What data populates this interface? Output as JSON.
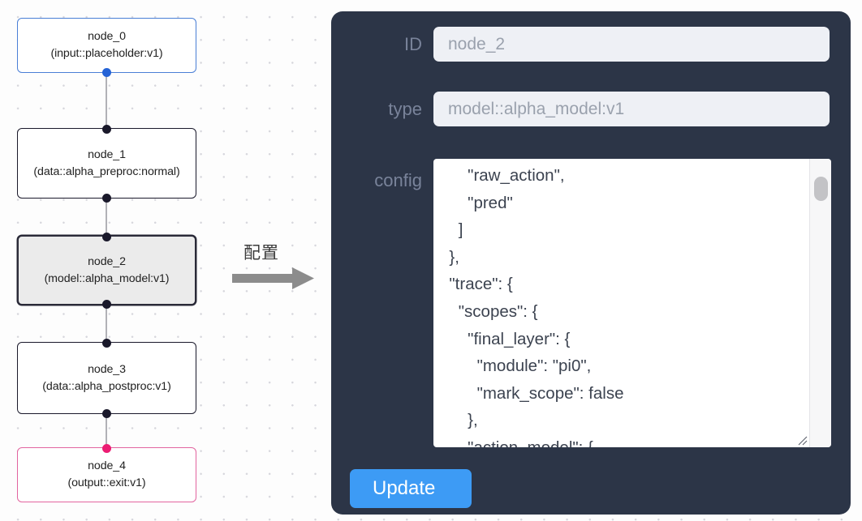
{
  "canvas": {
    "nodes": [
      {
        "id": "node_0",
        "label_line1": "node_0",
        "label_line2": "(input::placeholder:v1)",
        "kind": "input",
        "selected": false
      },
      {
        "id": "node_1",
        "label_line1": "node_1",
        "label_line2": "(data::alpha_preproc:normal)",
        "kind": "default",
        "selected": false
      },
      {
        "id": "node_2",
        "label_line1": "node_2",
        "label_line2": "(model::alpha_model:v1)",
        "kind": "default",
        "selected": true
      },
      {
        "id": "node_3",
        "label_line1": "node_3",
        "label_line2": "(data::alpha_postproc:v1)",
        "kind": "default",
        "selected": false
      },
      {
        "id": "node_4",
        "label_line1": "node_4",
        "label_line2": "(output::exit:v1)",
        "kind": "output",
        "selected": false
      }
    ],
    "node_texts": [
      "node_0\n(input::placeholder:v1)",
      "node_1\n(data::alpha_preproc:normal)",
      "node_2\n(model::alpha_model:v1)",
      "node_3\n(data::alpha_postproc:v1)",
      "node_4\n(output::exit:v1)"
    ],
    "colors": {
      "input_border": "#4a7fd6",
      "input_handle": "#2563d6",
      "default_border": "#1a192b",
      "output_border": "#e2649f",
      "output_handle": "#ec1d73",
      "selected_fill": "#ebebeb",
      "edge": "#b1b1b7",
      "grid_dot": "#d6d6dc"
    }
  },
  "annotation": {
    "arrow_label": "配置",
    "arrow_icon": "right-arrow-icon"
  },
  "panel": {
    "background": "#2c3547",
    "fields": [
      {
        "label": "ID",
        "value": "node_2"
      },
      {
        "label": "type",
        "value": "model::alpha_model:v1"
      },
      {
        "label": "config",
        "value": ""
      }
    ],
    "id_label": "ID",
    "id_value": "node_2",
    "type_label": "type",
    "type_value": "model::alpha_model:v1",
    "config_label": "config",
    "config_value": "      \"raw_action\",\n      \"pred\"\n    ]\n  },\n  \"trace\": {\n    \"scopes\": {\n      \"final_layer\": {\n        \"module\": \"pi0\",\n        \"mark_scope\": false\n      },\n      \"action_model\": {",
    "update_label": "Update",
    "update_color": "#3d9bf5",
    "input_bg": "#eef0f5",
    "input_text_color": "#9aa1ad",
    "label_color": "#79839a"
  }
}
